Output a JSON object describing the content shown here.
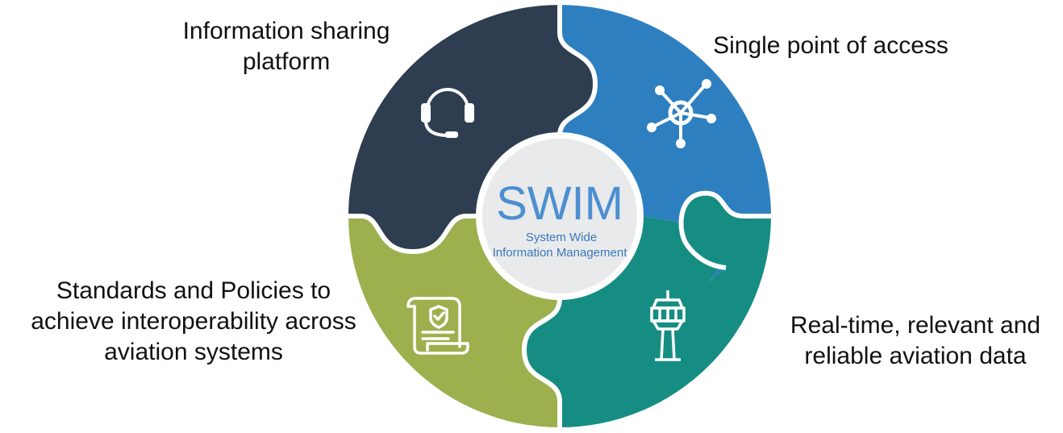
{
  "center": {
    "title": "SWIM",
    "subtitle_line1": "System Wide",
    "subtitle_line2": "Information Management"
  },
  "segments": [
    {
      "id": "top-left",
      "color": "#2e3e50",
      "icon": "headset-icon",
      "label_lines": [
        "Information sharing",
        "platform"
      ]
    },
    {
      "id": "top-right",
      "color": "#2d7fc0",
      "icon": "network-icon",
      "label_lines": [
        "Single point of access"
      ]
    },
    {
      "id": "bottom-right",
      "color": "#168d83",
      "icon": "control-tower-icon",
      "label_lines": [
        "Real-time, relevant and",
        "reliable aviation data"
      ]
    },
    {
      "id": "bottom-left",
      "color": "#9cb04e",
      "icon": "certificate-scroll-icon",
      "label_lines": [
        "Standards and Policies to",
        "achieve interoperability across",
        "aviation systems"
      ]
    }
  ],
  "colors": {
    "center_bg": "#e8eaec",
    "center_title": "#4c8fd0",
    "center_subtitle": "#3a78bd"
  }
}
